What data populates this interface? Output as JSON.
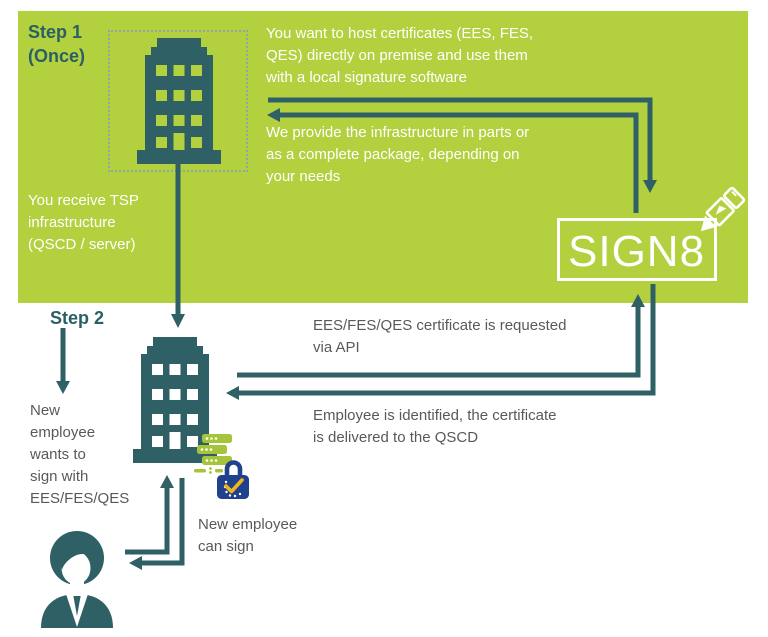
{
  "palette": {
    "green": "#b3d03e",
    "teal": "#2e6065",
    "step_label_color": "#2b5f66",
    "text_gray": "#58595b",
    "lock_navy": "#22418c",
    "check_gold": "#f0b41e",
    "server_green": "#a5c43c",
    "white": "#ffffff"
  },
  "logo": {
    "text": "SIGN8"
  },
  "top_section": {
    "step_label": "Step 1",
    "step_sublabel": "(Once)",
    "host_text": {
      "lines": [
        "You want to host certificates (EES, FES,",
        "QES) directly on premise and use them",
        "with a local signature software"
      ]
    },
    "provide_text": {
      "lines": [
        "We provide the infrastructure in parts or",
        "as a complete package, depending on",
        "your needs"
      ]
    },
    "receive_text": {
      "lines": [
        "You receive TSP",
        "infrastructure",
        "(QSCD / server)"
      ]
    }
  },
  "bottom_section": {
    "step_label": "Step 2",
    "request_text": {
      "lines": [
        "EES/FES/QES certificate is requested",
        "via API"
      ]
    },
    "identify_text": {
      "lines": [
        "Employee is identified, the certificate",
        "is delivered to the QSCD"
      ]
    },
    "new_employee_text": {
      "lines": [
        "New",
        "employee",
        "wants to",
        "sign with",
        "EES/FES/QES"
      ]
    },
    "can_sign_text": {
      "lines": [
        "New employee",
        "can sign"
      ]
    }
  },
  "icons": {
    "tsp_building": "office-building-icon",
    "customer_building": "office-building-icon",
    "employee": "employee-person-icon",
    "lock": "secure-lock-check-icon",
    "servers": "server-stack-icon",
    "pen": "signing-pen-icon"
  }
}
